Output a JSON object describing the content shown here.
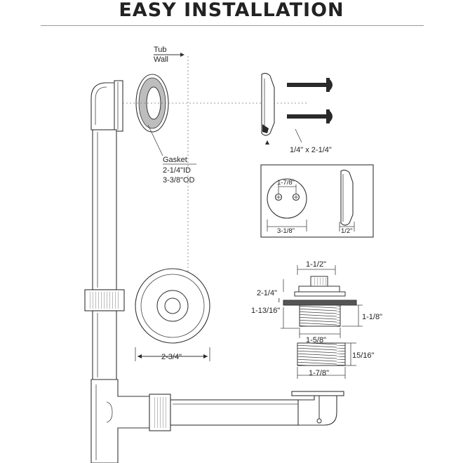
{
  "title": "EASY INSTALLATION",
  "labels": {
    "tub_wall_1": "Tub",
    "tub_wall_2": "Wall",
    "gasket_title": "Gasket",
    "gasket_id": "2-1/4\"ID",
    "gasket_od": "3-3/8\"OD",
    "screw_size": "1/4\" x 2-1/4\"",
    "faceplate_spacing": "1-7/8\"",
    "faceplate_diameter": "3-1/8\"",
    "faceplate_depth": "1/2\"",
    "flange_diameter": "2-3/4\"",
    "stopper_top_width": "1-1/2\"",
    "stopper_height": "2-1/4\"",
    "stopper_flange_height": "1-13/16\"",
    "drain_body_height": "1-1/8\"",
    "drain_body_width": "1-5/8\"",
    "thread_height": "15/16\"",
    "thread_width": "1-7/8\""
  },
  "colors": {
    "line": "#333333",
    "shade": "#dcdcdc",
    "dark": "#2a2a2a"
  }
}
